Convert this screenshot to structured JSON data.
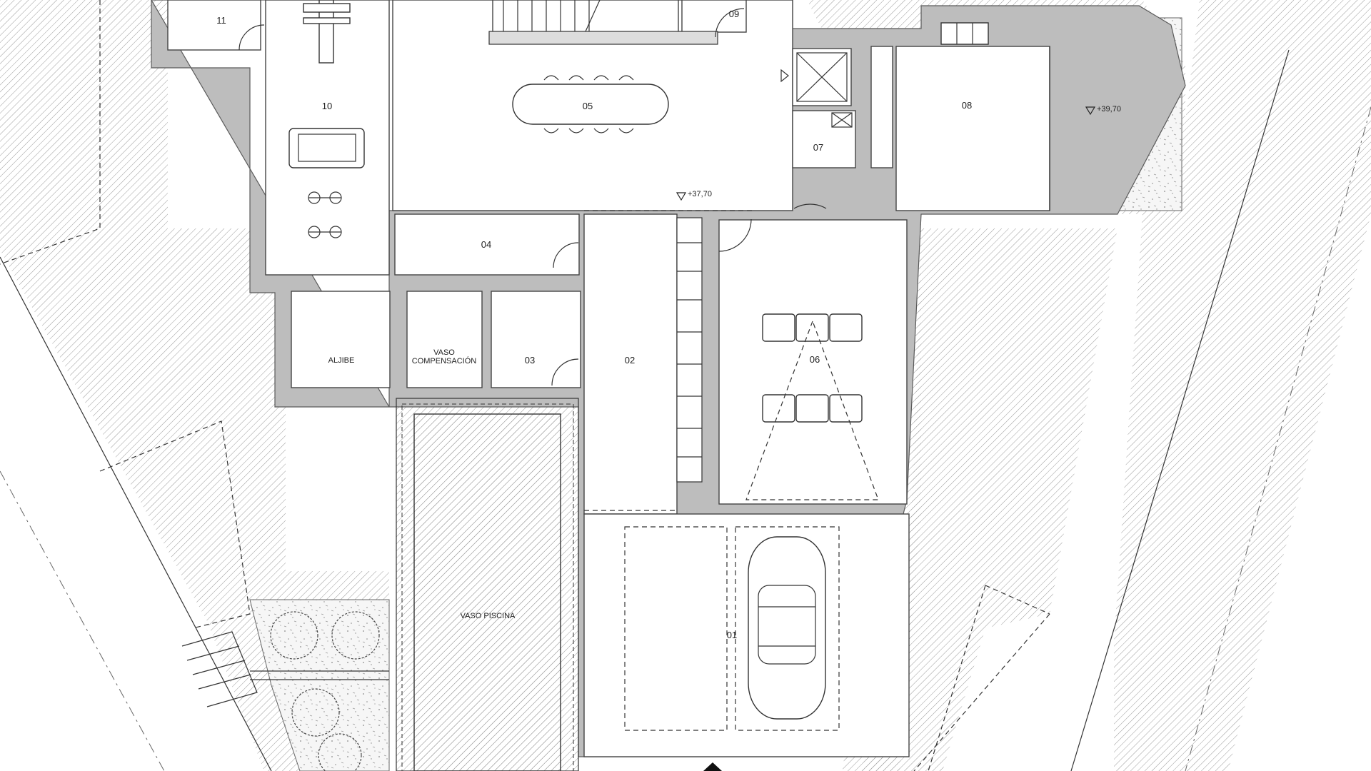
{
  "rooms": {
    "r01": "01",
    "r02": "02",
    "r03": "03",
    "r04": "04",
    "r05": "05",
    "r06": "06",
    "r07": "07",
    "r08": "08",
    "r09": "09",
    "r10": "10",
    "r11": "11",
    "aljibe": "ALJIBE",
    "vaso_comp_1": "VASO",
    "vaso_comp_2": "COMPENSACIÓN",
    "vaso_piscina": "VASO PISCINA"
  },
  "levels": {
    "interior": "+37,70",
    "exterior": "+39,70"
  },
  "colors": {
    "wall": "#bdbdbd",
    "hatch": "#9a9a9a",
    "line": "#333333"
  }
}
